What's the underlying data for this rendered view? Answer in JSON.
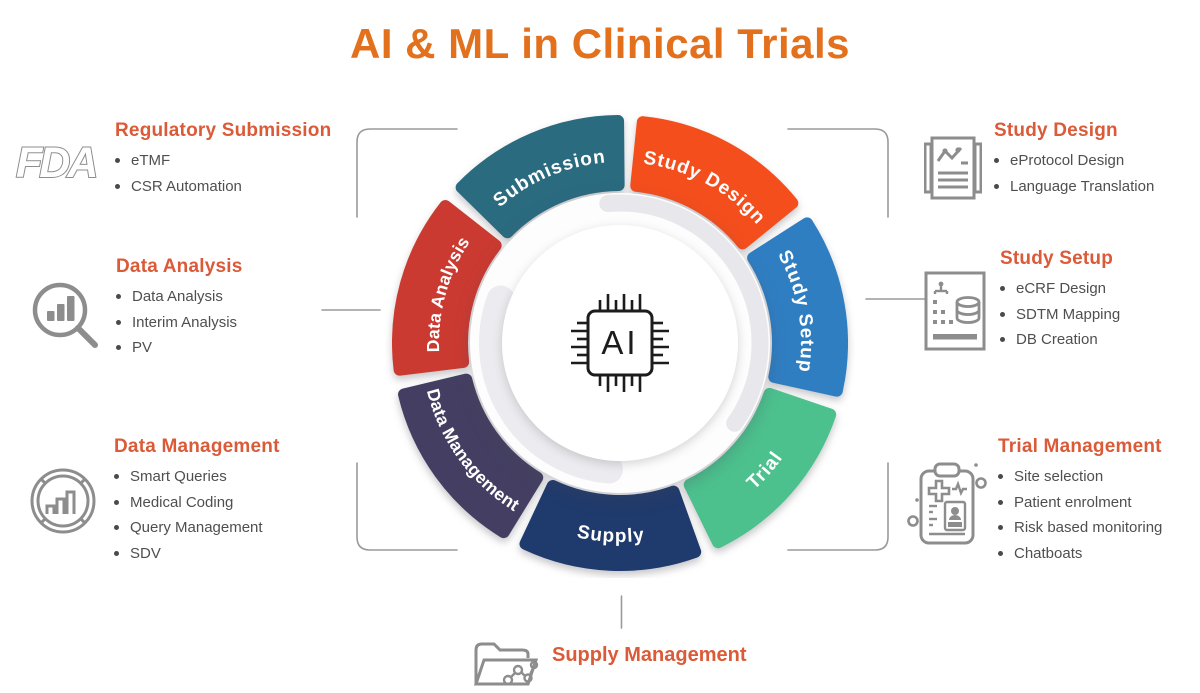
{
  "title": "AI & ML in Clinical Trials",
  "colors": {
    "title_orange": "#E2701C",
    "heading_orange": "#DB5A38",
    "icon_gray": "#8d8d8d",
    "connector_gray": "#9a9a9a",
    "bullet_text": "#4F4F4F"
  },
  "center": {
    "label": "AI"
  },
  "ring": {
    "segments": [
      {
        "label": "Submission",
        "color": "#2B6B7F",
        "a1": 135.5,
        "a2": 90.5,
        "dir": "cw"
      },
      {
        "label": "Study Design",
        "color": "#F44E1D",
        "a1": 84.1,
        "a2": 39.1,
        "dir": "cw"
      },
      {
        "label": "Study Setup",
        "color": "#2F7EC2",
        "a1": 32.6,
        "a2": -12.4,
        "dir": "cw"
      },
      {
        "label": "Trial",
        "color": "#4CC18E",
        "a1": -18.8,
        "a2": -63.8,
        "dir": "ccw"
      },
      {
        "label": "Supply",
        "color": "#1F3A6C",
        "a1": -70.2,
        "a2": -115.2,
        "dir": "ccw"
      },
      {
        "label": "Data Management",
        "color": "#443F62",
        "a1": -121.6,
        "a2": -166.6,
        "dir": "ccw"
      },
      {
        "label": "Data Analysis",
        "color": "#CB3A31",
        "a1": 186.9,
        "a2": 141.9,
        "dir": "cw"
      }
    ]
  },
  "sections": [
    {
      "id": "regulatory-submission",
      "icon": "fda-icon",
      "title": "Regulatory Submission",
      "items": [
        "eTMF",
        "CSR Automation"
      ]
    },
    {
      "id": "data-analysis",
      "icon": "chart-magnifier-icon",
      "title": "Data Analysis",
      "items": [
        "Data Analysis",
        "Interim Analysis",
        "PV"
      ]
    },
    {
      "id": "data-management",
      "icon": "chart-circle-icon",
      "title": "Data Management",
      "items": [
        "Smart Queries",
        "Medical Coding",
        "Query Management",
        "SDV"
      ]
    },
    {
      "id": "study-design",
      "icon": "document-chart-icon",
      "title": "Study Design",
      "items": [
        "eProtocol Design",
        "Language Translation"
      ]
    },
    {
      "id": "study-setup",
      "icon": "database-form-icon",
      "title": "Study Setup",
      "items": [
        "eCRF Design",
        "SDTM Mapping",
        "DB Creation"
      ]
    },
    {
      "id": "trial-management",
      "icon": "clipboard-medical-icon",
      "title": "Trial Management",
      "items": [
        "Site selection",
        "Patient enrolment",
        "Risk based monitoring",
        "Chatboats"
      ]
    },
    {
      "id": "supply-management",
      "icon": "folder-network-icon",
      "title": "Supply Management",
      "items": []
    }
  ]
}
